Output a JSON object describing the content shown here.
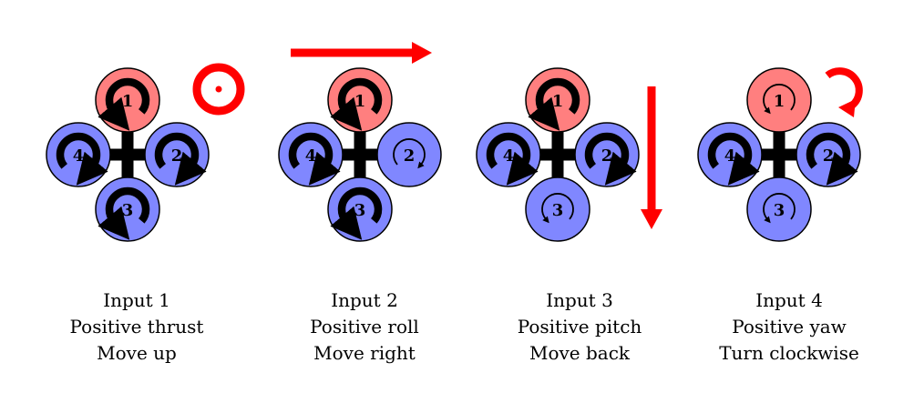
{
  "colors": {
    "front_rotor": "#ff7f7f",
    "rotor": "#8087ff",
    "arrow": "#ff0000",
    "frame": "#000000"
  },
  "panels": [
    {
      "title": "Input 1",
      "effect": "Positive thrust",
      "motion": "Move up",
      "indicator": "up-out-of-page-icon",
      "rotors": [
        {
          "label": "1",
          "spin": "ccw",
          "speed": "high"
        },
        {
          "label": "2",
          "spin": "cw",
          "speed": "high"
        },
        {
          "label": "3",
          "spin": "ccw",
          "speed": "high"
        },
        {
          "label": "4",
          "spin": "cw",
          "speed": "high"
        }
      ]
    },
    {
      "title": "Input 2",
      "effect": "Positive roll",
      "motion": "Move right",
      "indicator": "arrow-right-icon",
      "rotors": [
        {
          "label": "1",
          "spin": "ccw",
          "speed": "high"
        },
        {
          "label": "2",
          "spin": "cw",
          "speed": "low"
        },
        {
          "label": "3",
          "spin": "ccw",
          "speed": "high"
        },
        {
          "label": "4",
          "spin": "cw",
          "speed": "high"
        }
      ]
    },
    {
      "title": "Input 3",
      "effect": "Positive pitch",
      "motion": "Move back",
      "indicator": "arrow-down-icon",
      "rotors": [
        {
          "label": "1",
          "spin": "ccw",
          "speed": "high"
        },
        {
          "label": "2",
          "spin": "cw",
          "speed": "high"
        },
        {
          "label": "3",
          "spin": "ccw",
          "speed": "low"
        },
        {
          "label": "4",
          "spin": "cw",
          "speed": "high"
        }
      ]
    },
    {
      "title": "Input 4",
      "effect": "Positive yaw",
      "motion": "Turn clockwise",
      "indicator": "clockwise-rotation-icon",
      "rotors": [
        {
          "label": "1",
          "spin": "ccw",
          "speed": "low"
        },
        {
          "label": "2",
          "spin": "cw",
          "speed": "high"
        },
        {
          "label": "3",
          "spin": "ccw",
          "speed": "low"
        },
        {
          "label": "4",
          "spin": "cw",
          "speed": "high"
        }
      ]
    }
  ]
}
